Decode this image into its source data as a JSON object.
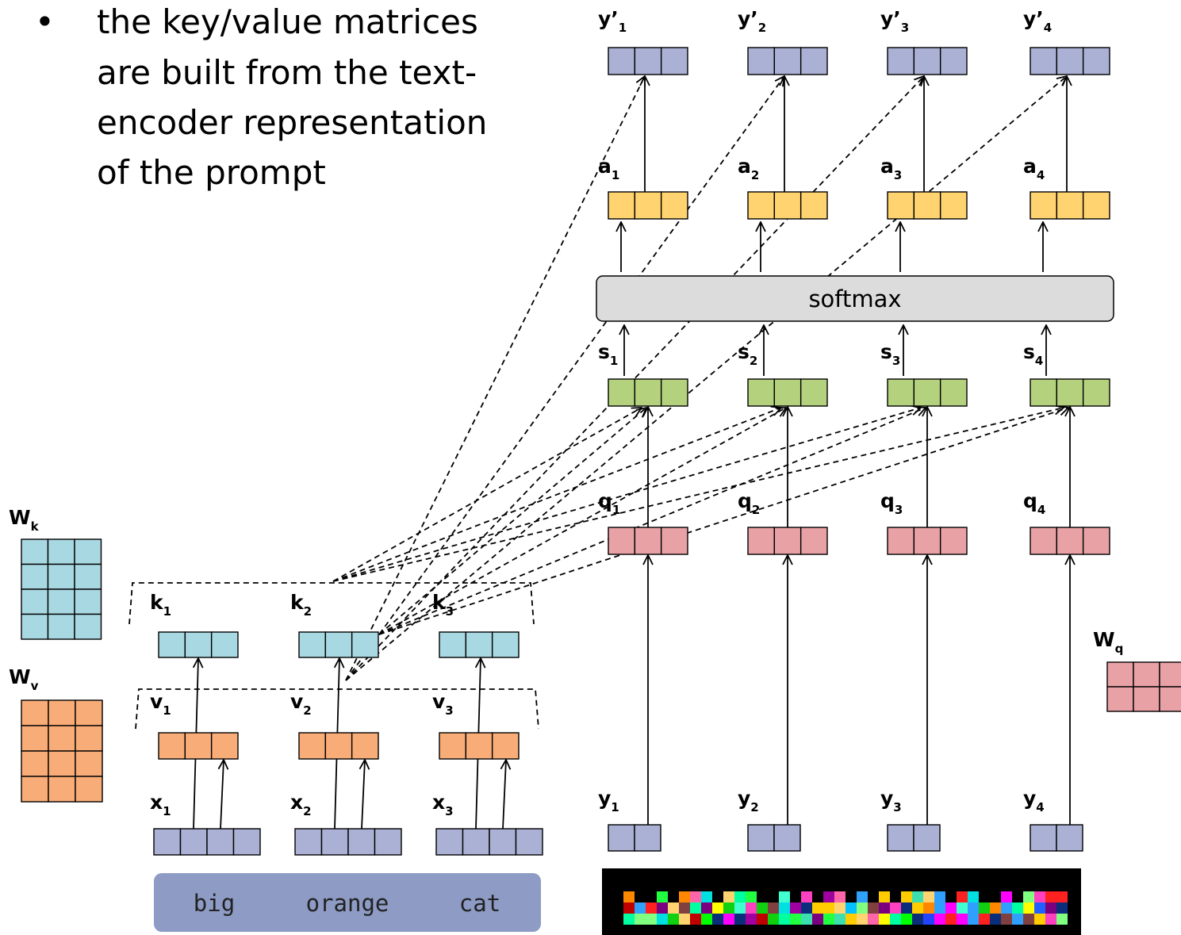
{
  "bullet": {
    "symbol": "•",
    "lines": [
      "the key/value matrices",
      "are built from the text-",
      "encoder representation",
      "of the prompt"
    ]
  },
  "softmax_label": "softmax",
  "prompt_tokens": [
    "big",
    "orange",
    "cat"
  ],
  "weights": {
    "Wk": {
      "letter": "W",
      "sub": "k"
    },
    "Wv": {
      "letter": "W",
      "sub": "v"
    },
    "Wq": {
      "letter": "W",
      "sub": "q"
    }
  },
  "labels": {
    "y_out": [
      "y’",
      "y’",
      "y’",
      "y’"
    ],
    "y_out_sub": [
      "1",
      "2",
      "3",
      "4"
    ],
    "a": [
      "a",
      "a",
      "a",
      "a"
    ],
    "a_sub": [
      "1",
      "2",
      "3",
      "4"
    ],
    "s": [
      "s",
      "s",
      "s",
      "s"
    ],
    "s_sub": [
      "1",
      "2",
      "3",
      "4"
    ],
    "q": [
      "q",
      "q",
      "q",
      "q"
    ],
    "q_sub": [
      "1",
      "2",
      "3",
      "4"
    ],
    "y_in": [
      "y",
      "y",
      "y",
      "y"
    ],
    "y_in_sub": [
      "1",
      "2",
      "3",
      "4"
    ],
    "k": [
      "k",
      "k",
      "k"
    ],
    "k_sub": [
      "1",
      "2",
      "3"
    ],
    "v": [
      "v",
      "v",
      "v"
    ],
    "v_sub": [
      "1",
      "2",
      "3"
    ],
    "x": [
      "x",
      "x",
      "x"
    ],
    "x_sub": [
      "1",
      "2",
      "3"
    ]
  },
  "colors": {
    "lavender": "#aab1d4",
    "yellow": "#ffd36f",
    "green": "#b4d27e",
    "pink": "#e8a2a6",
    "cyan": "#a8d8e2",
    "orange": "#f8ac78",
    "prompt_bg": "#8d9bc5",
    "softmax_bg": "#dcdcdc"
  }
}
